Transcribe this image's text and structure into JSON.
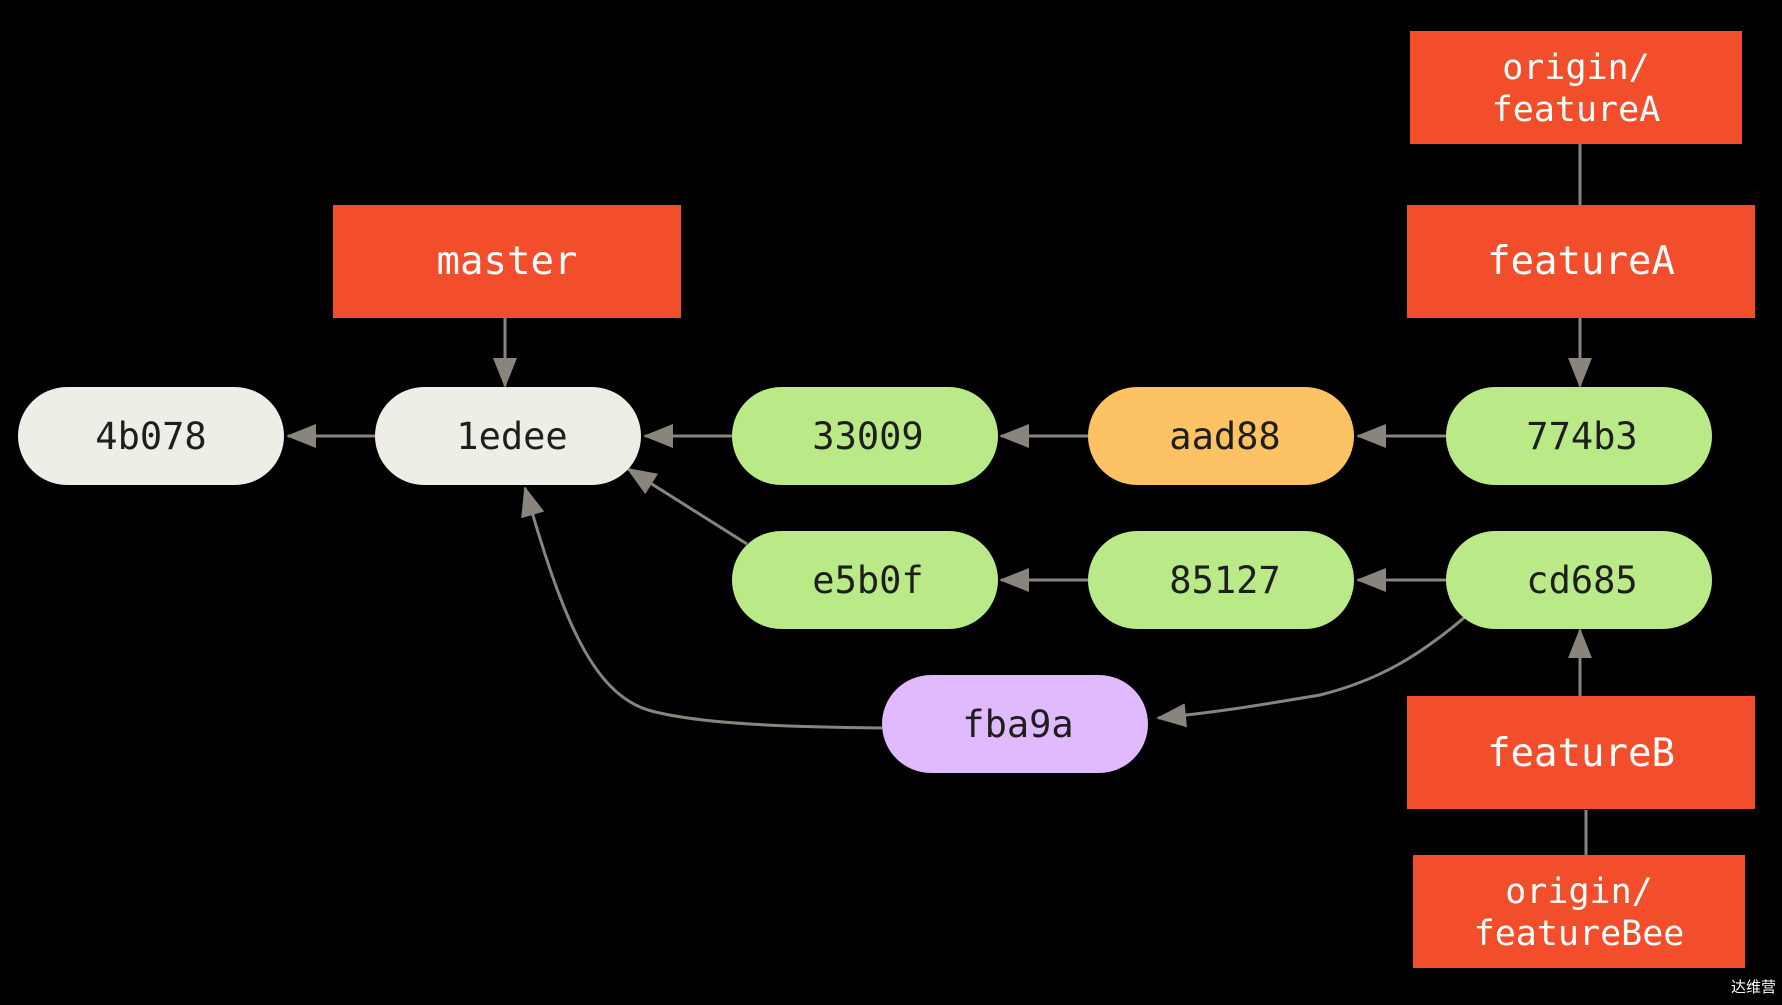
{
  "colors": {
    "background": "#000000",
    "branch": "#f34e2b",
    "commit_default": "#efeee6",
    "commit_green": "#bae987",
    "commit_orange": "#fdc263",
    "commit_purple": "#e1bafe",
    "edge": "#8a857c"
  },
  "commits": {
    "c4b078": "4b078",
    "c1edee": "1edee",
    "c33009": "33009",
    "caad88": "aad88",
    "c774b3": "774b3",
    "ce5b0f": "e5b0f",
    "c85127": "85127",
    "ccd685": "cd685",
    "cfba9a": "fba9a"
  },
  "branches": {
    "master": "master",
    "featureA": "featureA",
    "featureB": "featureB",
    "origin_featureA_line1": "origin/",
    "origin_featureA_line2": "featureA",
    "origin_featureBee_line1": "origin/",
    "origin_featureBee_line2": "featureBee"
  },
  "watermark": "达维营"
}
